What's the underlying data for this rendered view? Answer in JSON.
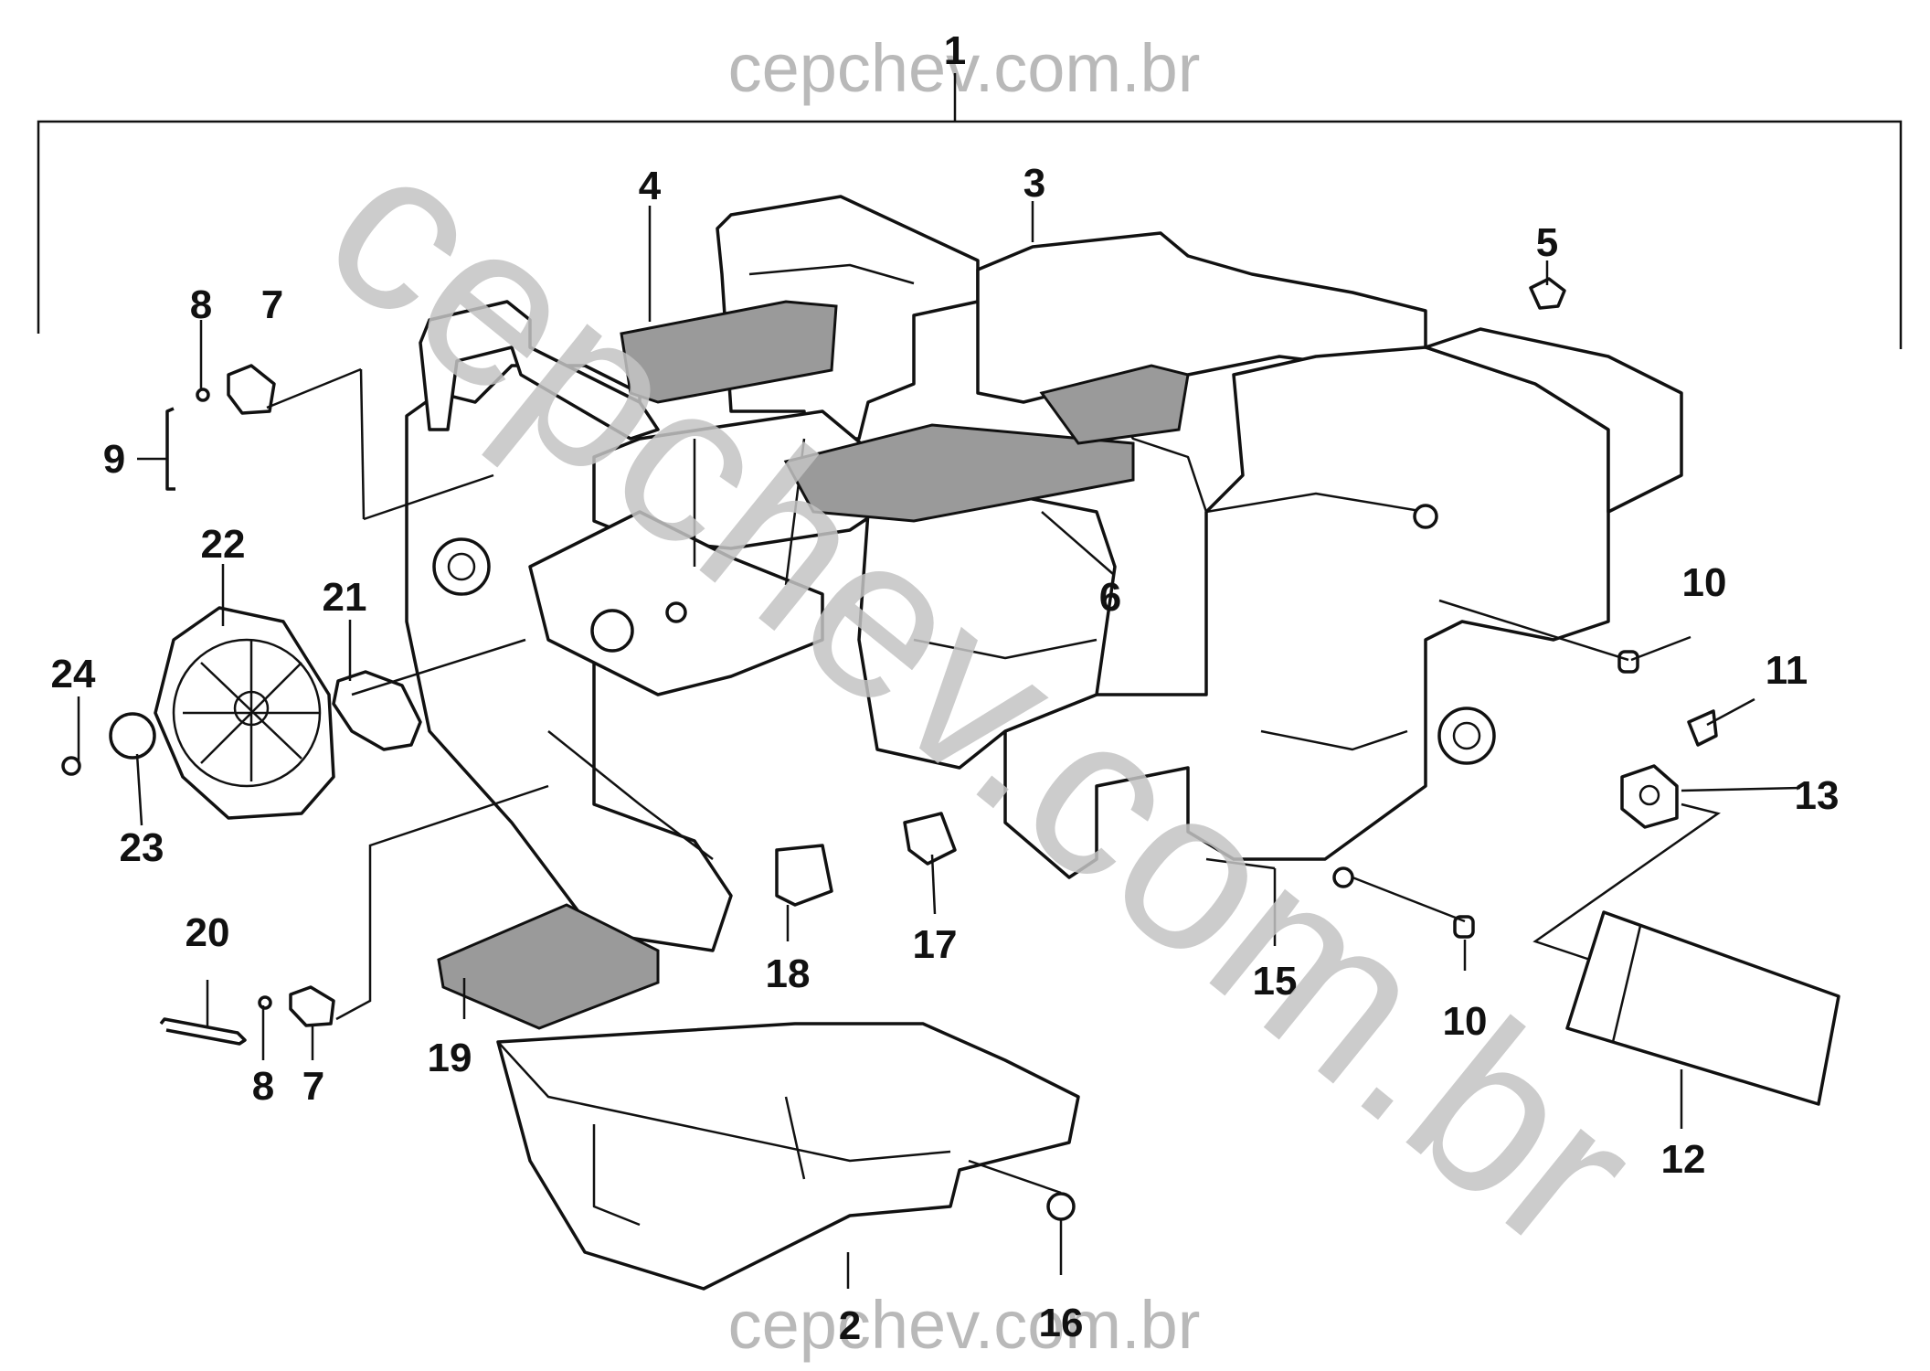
{
  "watermarks": {
    "top": "cepchev.com.br",
    "bottom": "cepchev.com.br",
    "diagonal": "cepchev.com.br"
  },
  "callouts": [
    {
      "id": "c1",
      "text": "1"
    },
    {
      "id": "c2",
      "text": "2"
    },
    {
      "id": "c3",
      "text": "3"
    },
    {
      "id": "c4",
      "text": "4"
    },
    {
      "id": "c5",
      "text": "5"
    },
    {
      "id": "c6",
      "text": "6"
    },
    {
      "id": "c7a",
      "text": "7"
    },
    {
      "id": "c7b",
      "text": "7"
    },
    {
      "id": "c8a",
      "text": "8"
    },
    {
      "id": "c8b",
      "text": "8"
    },
    {
      "id": "c9",
      "text": "9"
    },
    {
      "id": "c10a",
      "text": "10"
    },
    {
      "id": "c10b",
      "text": "10"
    },
    {
      "id": "c11",
      "text": "11"
    },
    {
      "id": "c12",
      "text": "12"
    },
    {
      "id": "c13",
      "text": "13"
    },
    {
      "id": "c15",
      "text": "15"
    },
    {
      "id": "c16",
      "text": "16"
    },
    {
      "id": "c17",
      "text": "17"
    },
    {
      "id": "c18",
      "text": "18"
    },
    {
      "id": "c19",
      "text": "19"
    },
    {
      "id": "c20",
      "text": "20"
    },
    {
      "id": "c21",
      "text": "21"
    },
    {
      "id": "c22",
      "text": "22"
    },
    {
      "id": "c23",
      "text": "23"
    },
    {
      "id": "c24",
      "text": "24"
    }
  ]
}
